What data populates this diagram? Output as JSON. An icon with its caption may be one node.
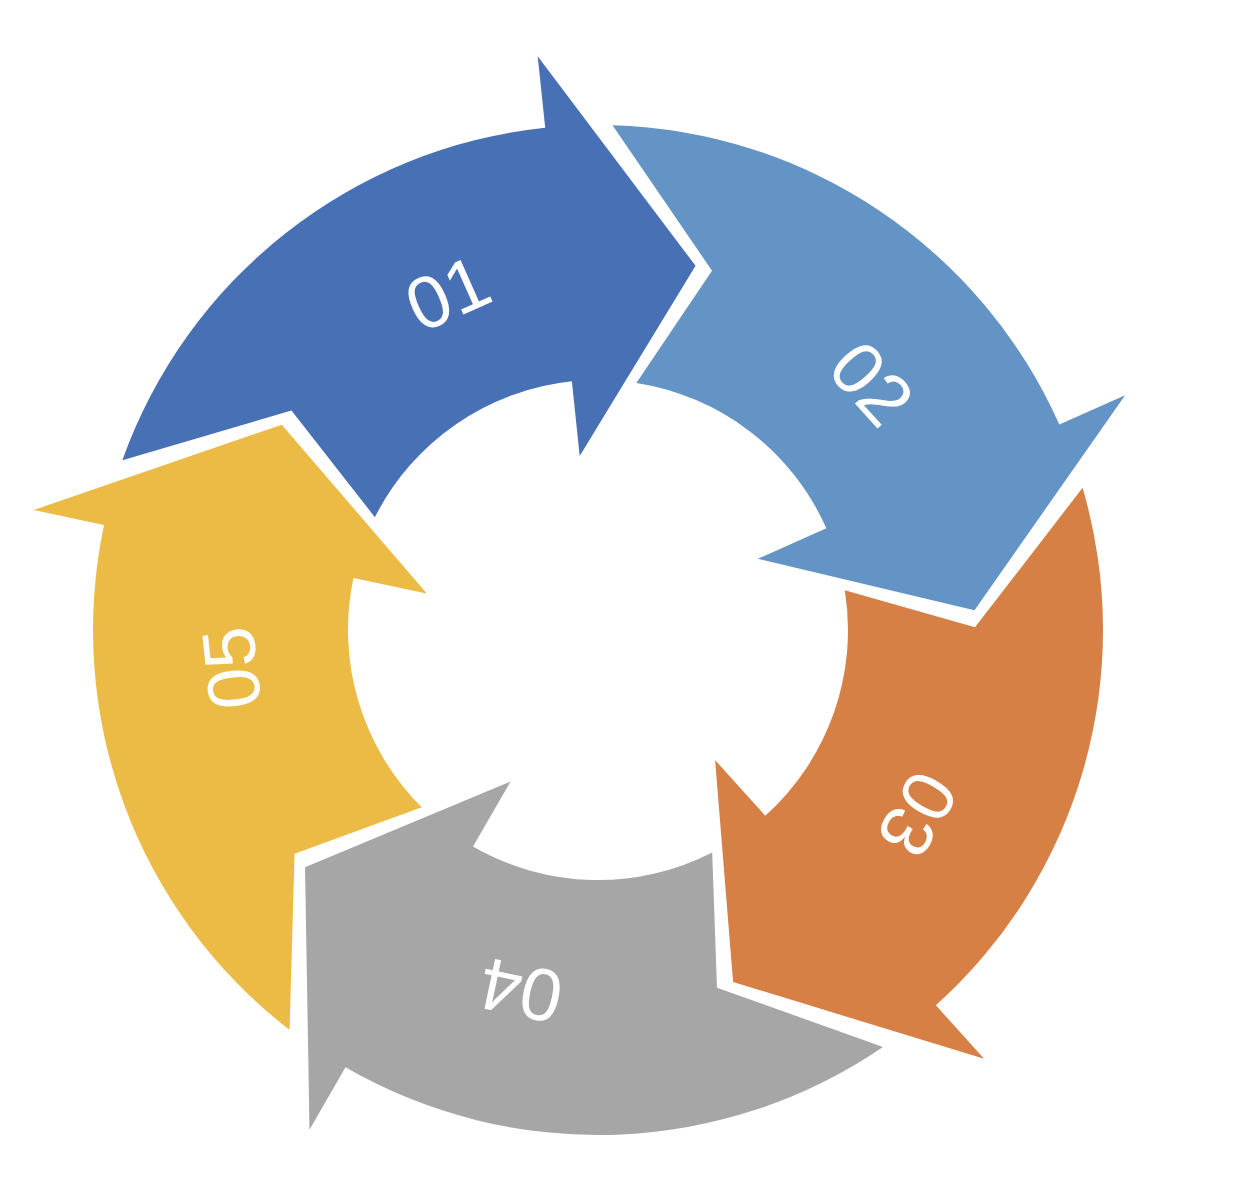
{
  "diagram": {
    "nodes": [
      {
        "text": [
          "01"
        ]
      },
      {
        "text": [
          "02"
        ]
      },
      {
        "text": [
          "03"
        ]
      },
      {
        "text": [
          "04"
        ]
      },
      {
        "text": [
          "05"
        ]
      }
    ]
  }
}
